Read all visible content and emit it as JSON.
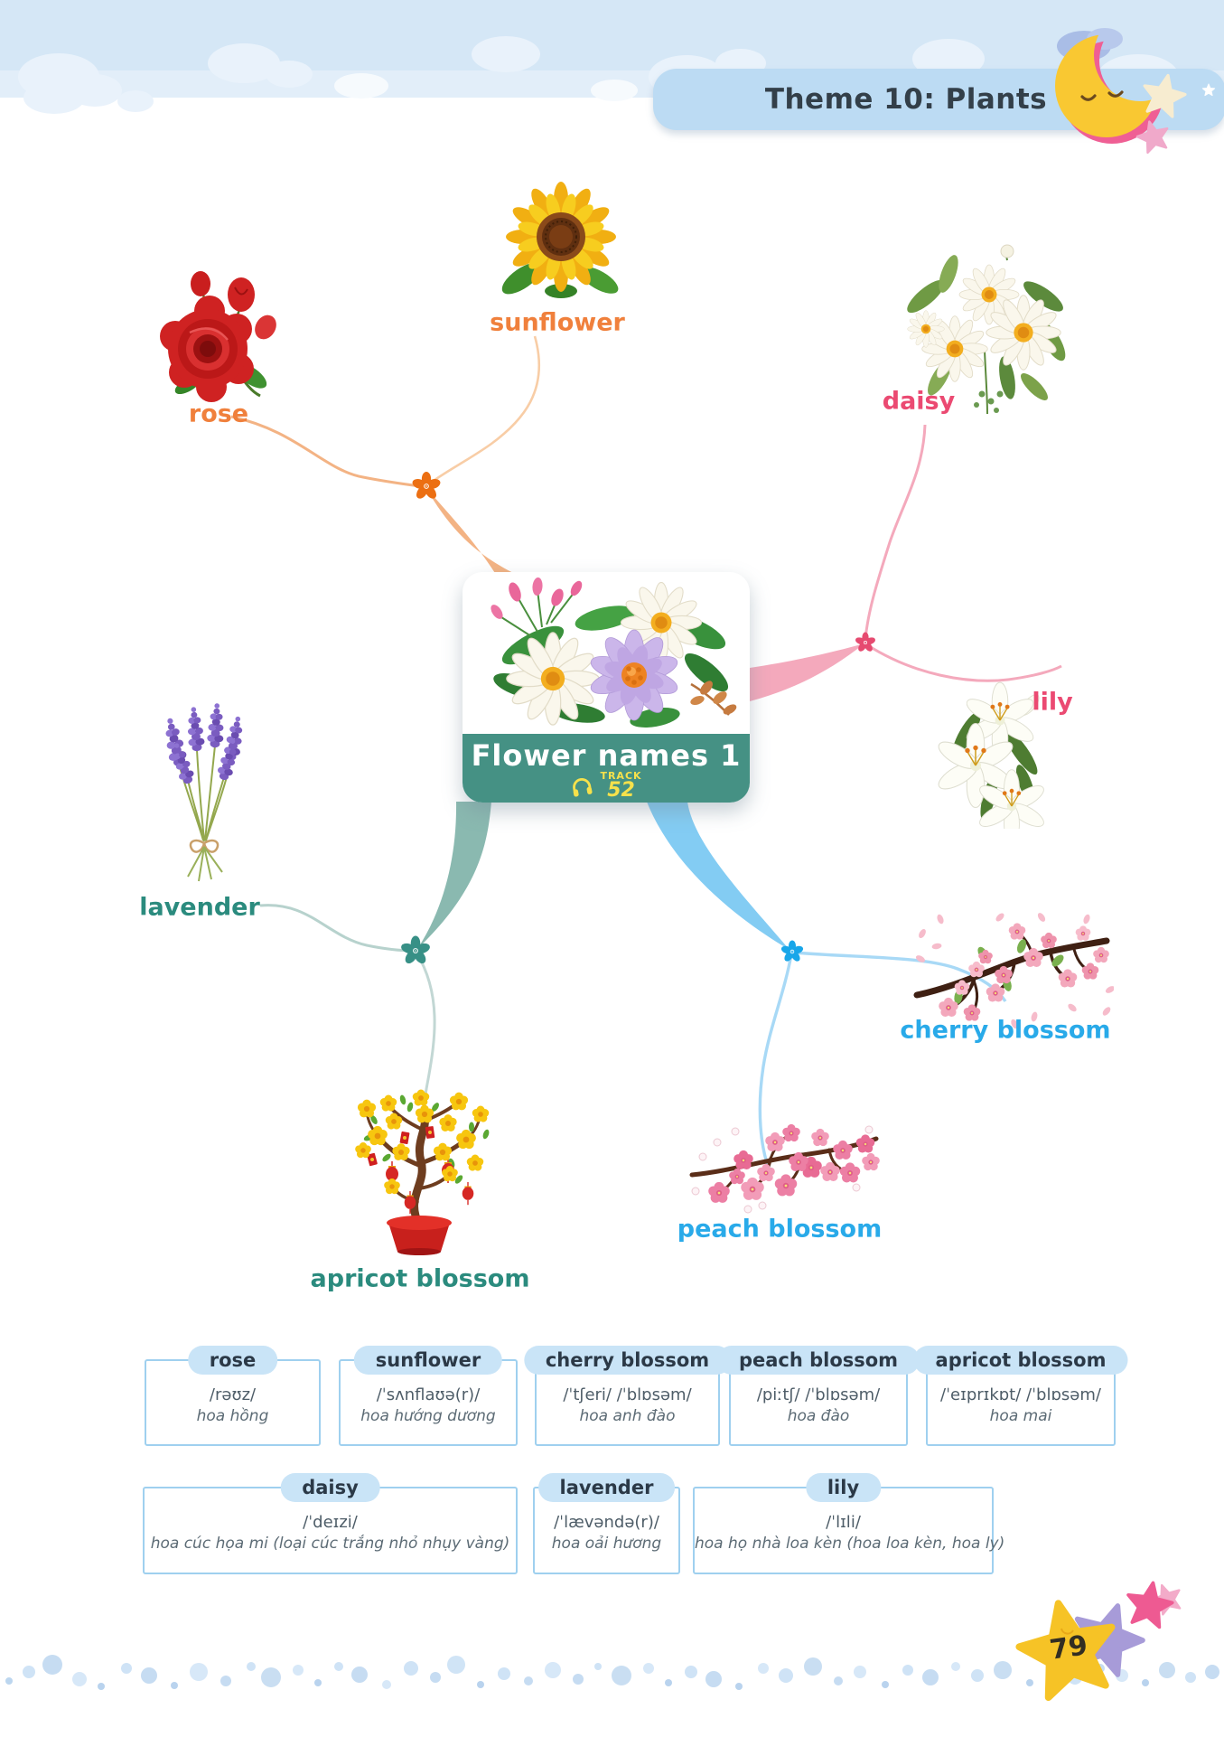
{
  "header": {
    "title": "Theme 10: Plants"
  },
  "center_card": {
    "title": "Flower names 1",
    "track_label": "TRACK",
    "track_number": "52"
  },
  "map_labels": {
    "rose": "rose",
    "sunflower": "sunflower",
    "daisy": "daisy",
    "lily": "lily",
    "lavender": "lavender",
    "cherry_blossom": "cherry blossom",
    "peach_blossom": "peach blossom",
    "apricot_blossom": "apricot blossom"
  },
  "vocab_cards": [
    {
      "word": "rose",
      "ipa": "/rəʊz/",
      "meaning": "hoa hồng"
    },
    {
      "word": "sunflower",
      "ipa": "/ˈsʌnflaʊə(r)/",
      "meaning": "hoa hướng dương"
    },
    {
      "word": "cherry blossom",
      "ipa": "/ˈtʃeri/ /ˈblɒsəm/",
      "meaning": "hoa anh đào"
    },
    {
      "word": "peach blossom",
      "ipa": "/piːtʃ/ /ˈblɒsəm/",
      "meaning": "hoa đào"
    },
    {
      "word": "apricot blossom",
      "ipa": "/ˈeɪprɪkɒt/ /ˈblɒsəm/",
      "meaning": "hoa mai"
    },
    {
      "word": "daisy",
      "ipa": "/ˈdeɪzi/",
      "meaning": "hoa cúc họa mi (loại cúc trắng nhỏ nhụy vàng)"
    },
    {
      "word": "lavender",
      "ipa": "/ˈlævəndə(r)/",
      "meaning": "hoa oải hương"
    },
    {
      "word": "lily",
      "ipa": "/ˈlɪli/",
      "meaning": "hoa họ nhà loa kèn (hoa loa kèn, hoa ly)"
    }
  ],
  "footer": {
    "page_number": "79"
  },
  "colors": {
    "branch_orange": "#f3b384",
    "branch_pink": "#f4a9bc",
    "branch_teal": "#8ab9b0",
    "branch_blue": "#83ccf3",
    "label_orange": "#f0803c",
    "label_pink": "#eb4a72",
    "label_teal": "#2b8b7e",
    "label_blue": "#29aae9",
    "card_teal": "#459184",
    "track_yellow": "#f6e14b",
    "banner_blue": "#bcdbf3"
  }
}
